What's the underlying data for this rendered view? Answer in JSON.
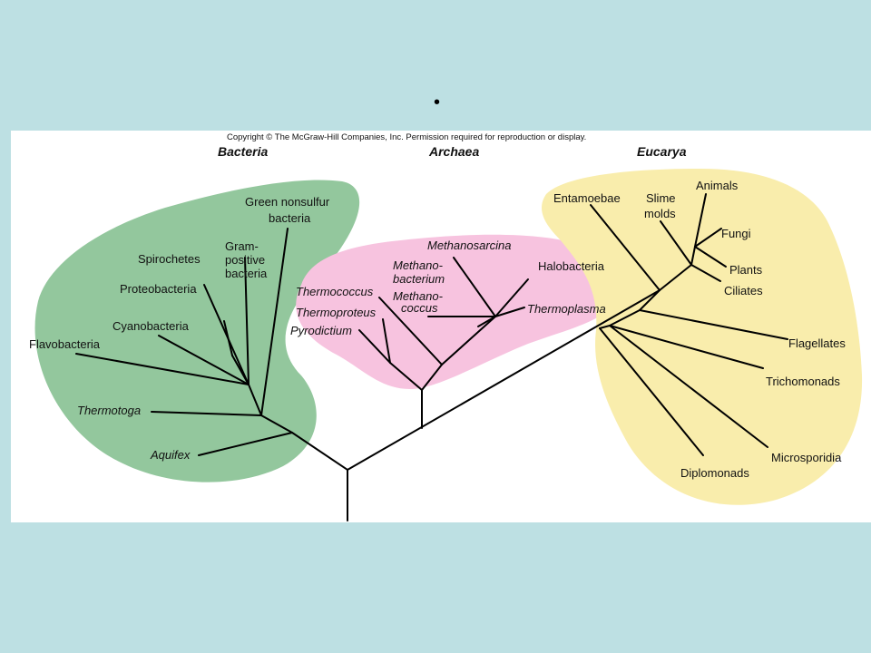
{
  "slide": {
    "bullet": "•"
  },
  "figure": {
    "copyright": "Copyright © The McGraw-Hill Companies, Inc. Permission required for reproduction or display.",
    "domains": {
      "bacteria": "Bacteria",
      "archaea": "Archaea",
      "eucarya": "Eucarya"
    },
    "colors": {
      "bacteria_region": "#93c79d",
      "archaea_region": "#f7c3df",
      "eucarya_region": "#f9edac",
      "background": "#bde0e3"
    },
    "bacteria_taxa": {
      "green_nonsulfur_1": "Green nonsulfur",
      "green_nonsulfur_2": "bacteria",
      "gram_positive_1": "Gram-",
      "gram_positive_2": "positive",
      "gram_positive_3": "bacteria",
      "spirochetes": "Spirochetes",
      "proteobacteria": "Proteobacteria",
      "cyanobacteria": "Cyanobacteria",
      "flavobacteria": "Flavobacteria",
      "thermotoga": "Thermotoga",
      "aquifex": "Aquifex"
    },
    "archaea_taxa": {
      "methanosarcina": "Methanosarcina",
      "methanobacterium_1": "Methano-",
      "methanobacterium_2": "bacterium",
      "methanococcus_1": "Methano-",
      "methanococcus_2": "coccus",
      "thermococcus": "Thermococcus",
      "thermoproteus": "Thermoproteus",
      "pyrodictium": "Pyrodictium",
      "halobacteria": "Halobacteria",
      "thermoplasma": "Thermoplasma"
    },
    "eucarya_taxa": {
      "entamoebae": "Entamoebae",
      "slime_molds_1": "Slime",
      "slime_molds_2": "molds",
      "animals": "Animals",
      "fungi": "Fungi",
      "plants": "Plants",
      "ciliates": "Ciliates",
      "flagellates": "Flagellates",
      "trichomonads": "Trichomonads",
      "microsporidia": "Microsporidia",
      "diplomonads": "Diplomonads"
    }
  }
}
